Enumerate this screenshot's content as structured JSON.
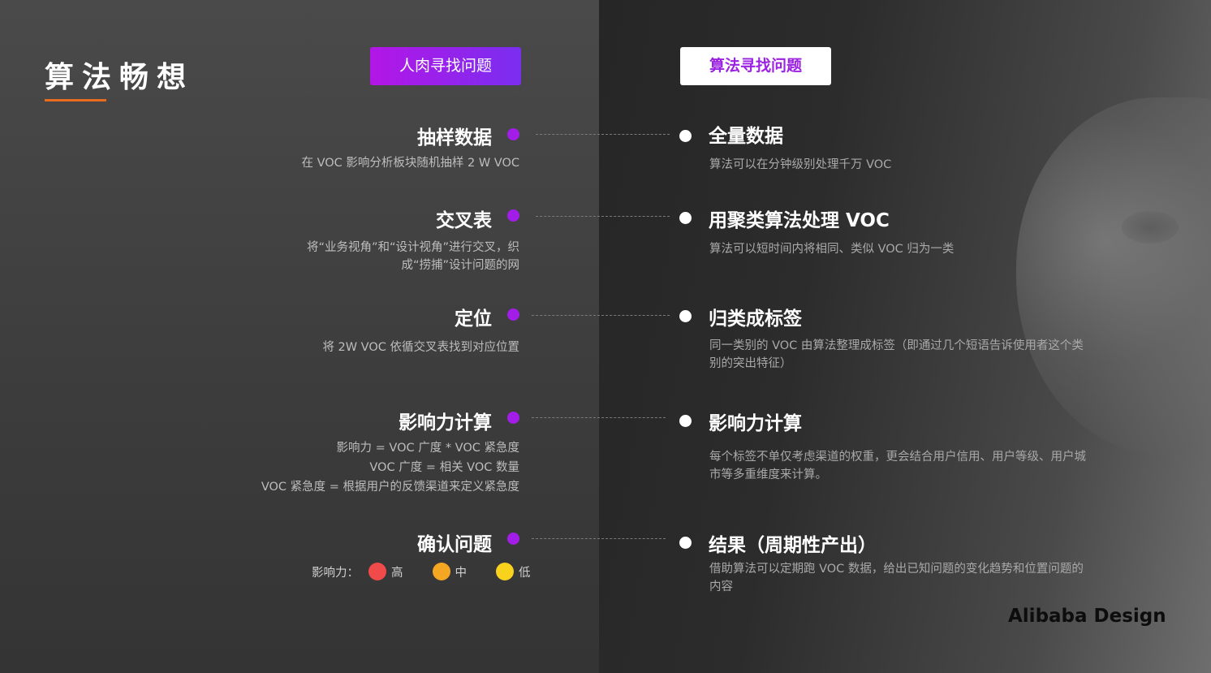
{
  "title": "算法畅想",
  "colors": {
    "accent_orange": "#e86b1f",
    "purple": "#a21ee8",
    "high": "#f04a4a",
    "mid": "#f5a623",
    "low": "#f8d21c"
  },
  "left_badge": "人肉寻找问题",
  "right_badge": "算法寻找问题",
  "left_steps": [
    {
      "heading": "抽样数据",
      "lines": [
        "在 VOC 影响分析板块随机抽样 2 W VOC"
      ]
    },
    {
      "heading": "交叉表",
      "lines": [
        "将“业务视角”和“设计视角”进行交叉，织",
        "成“捞捕”设计问题的网"
      ]
    },
    {
      "heading": "定位",
      "lines": [
        "将 2W VOC 依循交叉表找到对应位置"
      ]
    },
    {
      "heading": "影响力计算",
      "lines": [
        "影响力 = VOC 广度 * VOC 紧急度",
        "VOC 广度 = 相关 VOC 数量",
        "VOC 紧急度 =  根据用户的反馈渠道来定义紧急度"
      ]
    },
    {
      "heading": "确认问题",
      "lines": []
    }
  ],
  "legend": {
    "label": "影响力：",
    "high": "高",
    "mid": "中",
    "low": "低"
  },
  "right_steps": [
    {
      "heading": "全量数据",
      "desc": "算法可以在分钟级别处理千万 VOC"
    },
    {
      "heading": "用聚类算法处理 VOC",
      "desc": "算法可以短时间内将相同、类似 VOC 归为一类"
    },
    {
      "heading": "归类成标签",
      "desc": "同一类别的 VOC 由算法整理成标签（即通过几个短语告诉使用者这个类别的突出特征）"
    },
    {
      "heading": "影响力计算",
      "desc": "每个标签不单仅考虑渠道的权重，更会结合用户信用、用户等级、用户城市等多重维度来计算。"
    },
    {
      "heading": "结果（周期性产出）",
      "desc": "借助算法可以定期跑 VOC 数据，给出已知问题的变化趋势和位置问题的内容"
    }
  ],
  "brand": "Alibaba Design"
}
